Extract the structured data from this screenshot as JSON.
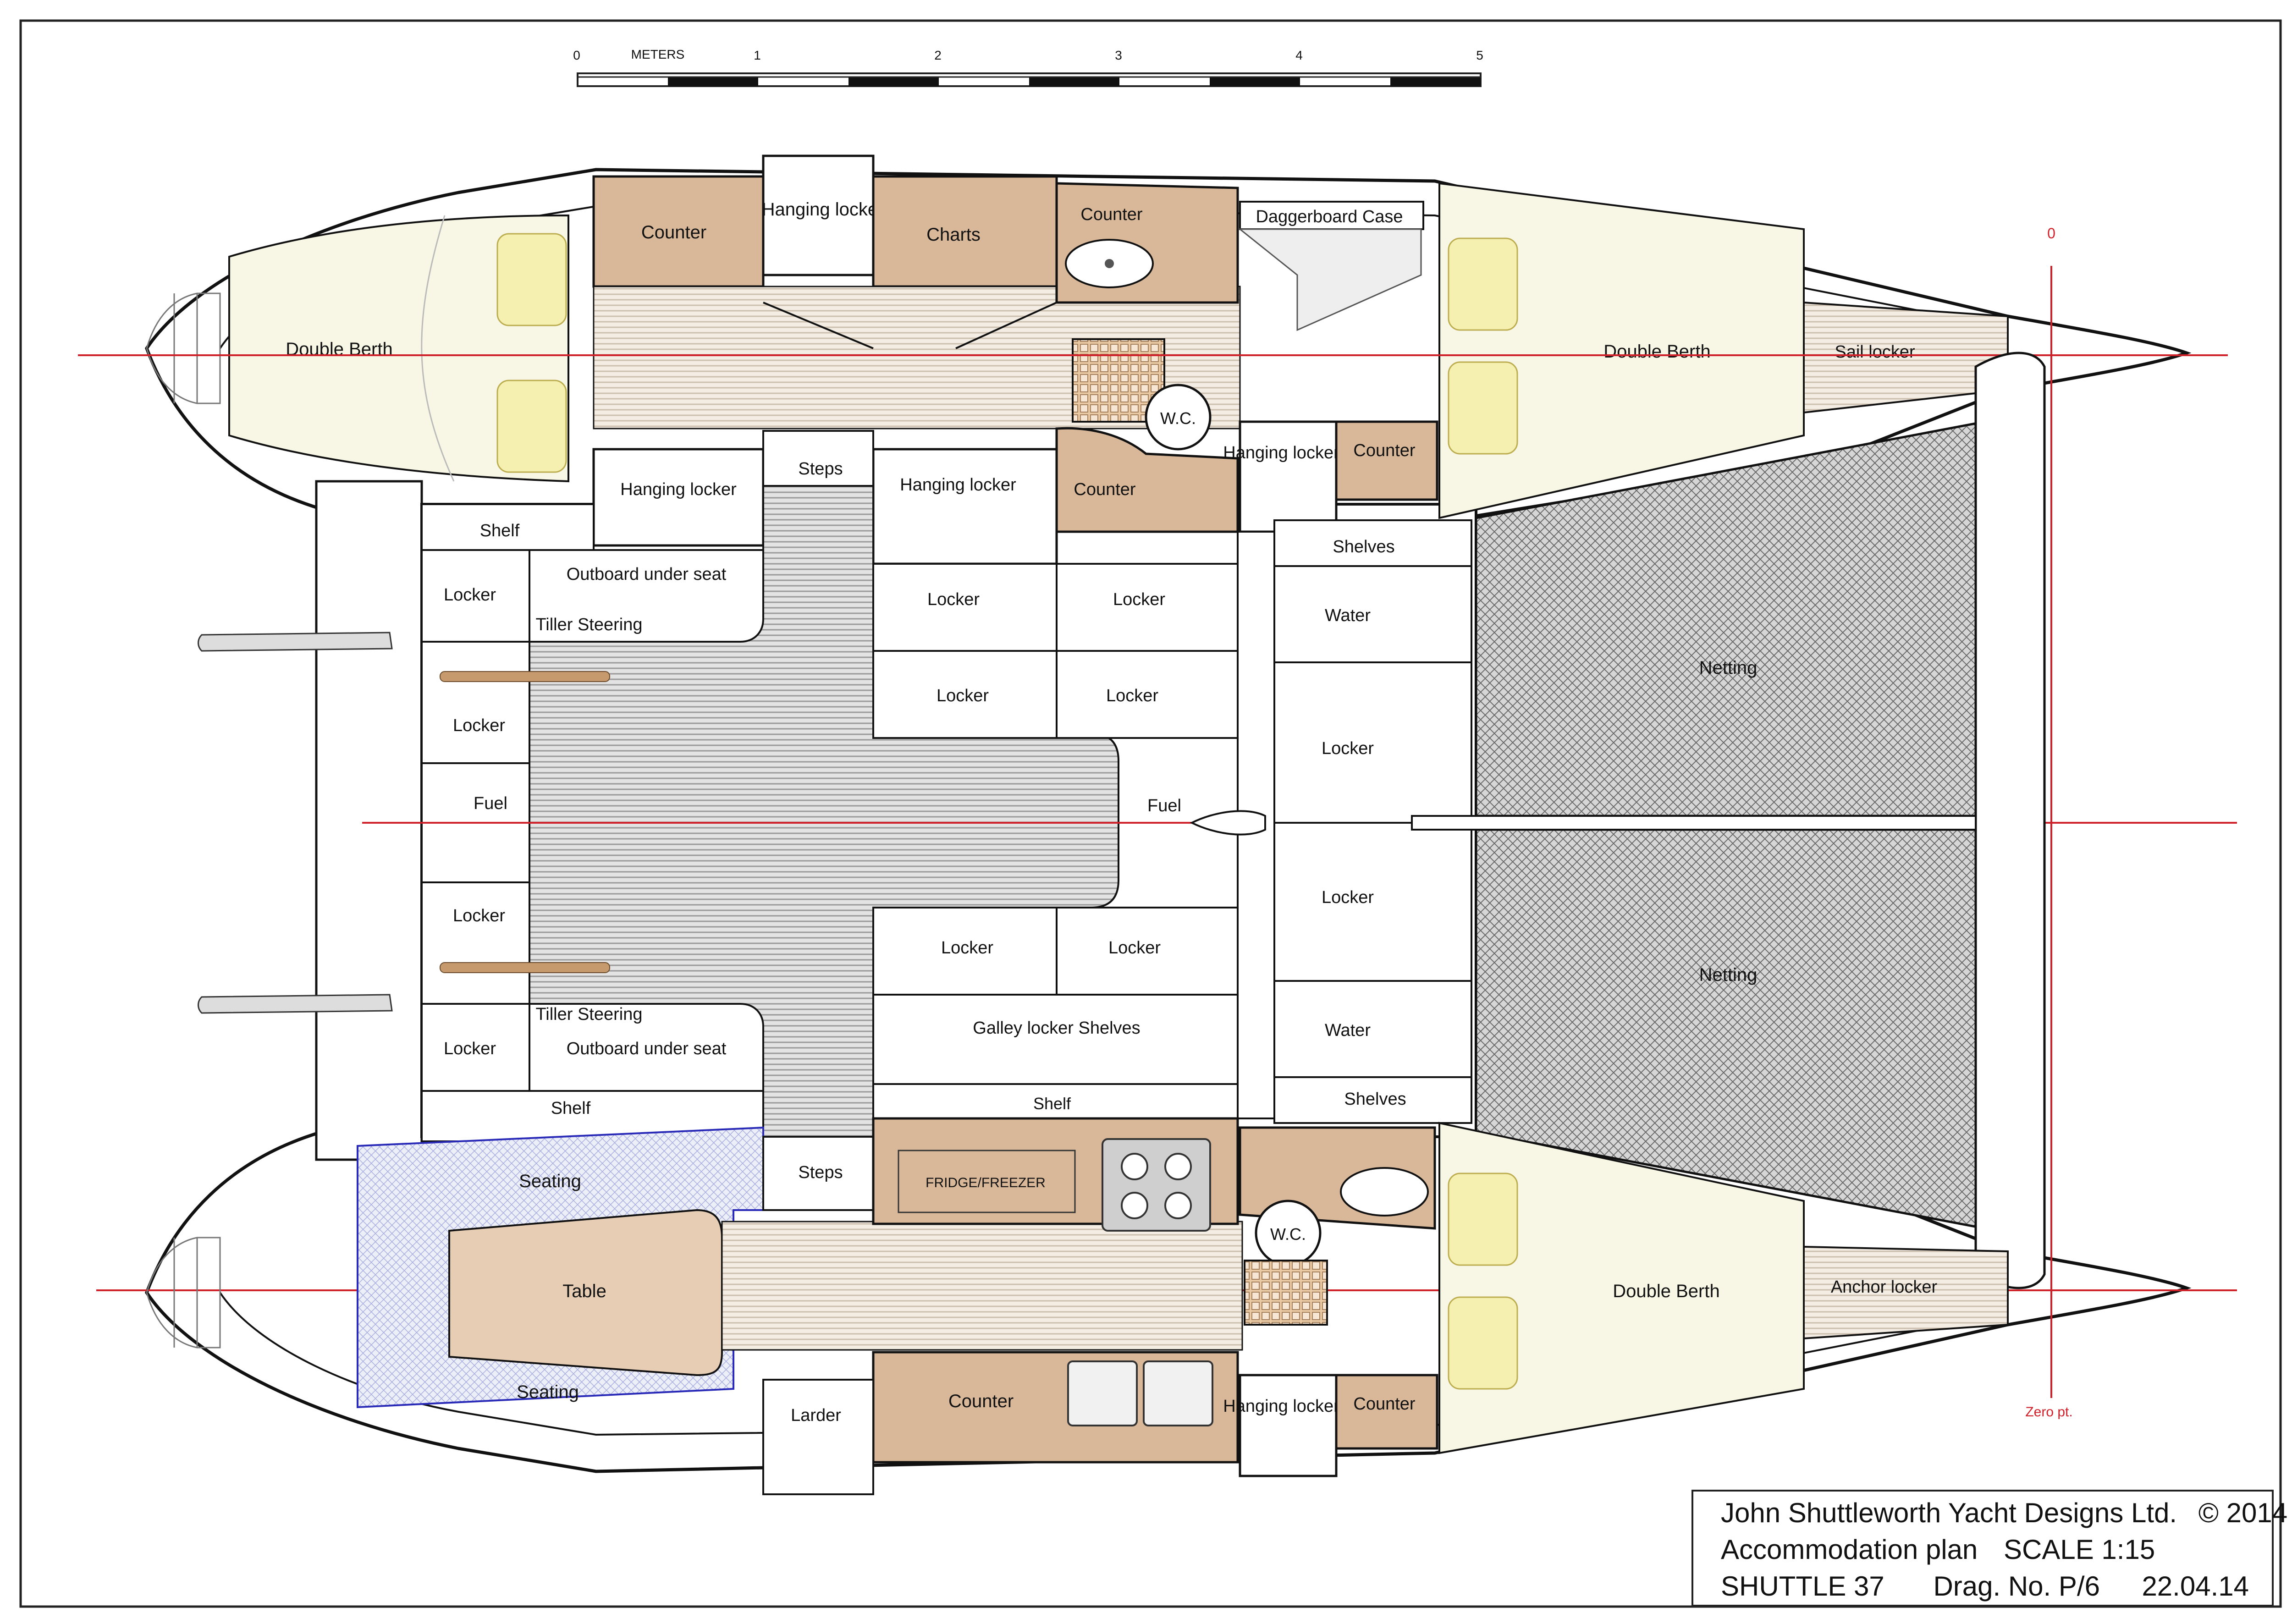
{
  "scale_bar": {
    "unit_label": "METERS",
    "ticks": [
      "0",
      "1",
      "2",
      "3",
      "4",
      "5"
    ]
  },
  "labels": {
    "double_berth_aft_port": "Double Berth",
    "counter_port_1": "Counter",
    "hanging_locker_port_1": "Hanging locker",
    "charts": "Charts",
    "counter_port_head": "Counter",
    "daggerboard_case": "Daggerboard Case",
    "double_berth_fwd_port": "Double Berth",
    "sail_locker": "Sail locker",
    "wc_port": "W.C.",
    "hanging_locker_port_2": "Hanging locker",
    "counter_port_3": "Counter",
    "hanging_locker_port_3": "Hanging locker",
    "counter_port_4": "Counter",
    "hanging_locker_port_4": "Hanging locker",
    "steps_port": "Steps",
    "shelf_port": "Shelf",
    "locker_port_aft": "Locker",
    "outboard_under_seat_port": "Outboard under seat",
    "tiller_steering_port": "Tiller Steering",
    "locker_salon_1": "Locker",
    "locker_salon_2": "Locker",
    "locker_salon_3": "Locker",
    "locker_salon_4": "Locker",
    "shelves_port": "Shelves",
    "water_port": "Water",
    "locker_bridgedeck_1": "Locker",
    "netting_port": "Netting",
    "locker_transom_port": "Locker",
    "fuel_transom": "Fuel",
    "fuel_center": "Fuel",
    "locker_transom_stbd": "Locker",
    "locker_bridgedeck_2": "Locker",
    "netting_stbd": "Netting",
    "locker_salon_5": "Locker",
    "locker_salon_6": "Locker",
    "tiller_steering_stbd": "Tiller Steering",
    "locker_stbd_aft": "Locker",
    "outboard_under_seat_stbd": "Outboard under seat",
    "galley_locker_shelves": "Galley locker Shelves",
    "water_stbd": "Water",
    "shelf_stbd": "Shelf",
    "shelf_galley": "Shelf",
    "shelves_stbd": "Shelves",
    "seating_top": "Seating",
    "steps_stbd": "Steps",
    "fridge_freezer": "FRIDGE/FREEZER",
    "wc_stbd": "W.C.",
    "table": "Table",
    "double_berth_fwd_stbd": "Double Berth",
    "anchor_locker": "Anchor locker",
    "seating_bottom": "Seating",
    "larder": "Larder",
    "counter_galley": "Counter",
    "hanging_locker_stbd": "Hanging locker",
    "counter_stbd_fwd": "Counter",
    "zero_mark": "0",
    "zero_pt": "Zero pt."
  },
  "title_block": {
    "designer": "John Shuttleworth Yacht Designs Ltd.",
    "copyright": "© 2014",
    "plan_name": "Accommodation plan",
    "scale": "SCALE 1:15",
    "boat": "SHUTTLE 37",
    "drawing_no": "Drag. No. P/6",
    "date": "22.04.14"
  },
  "colors": {
    "counter_fill": "#d9b89a",
    "berth_fill": "#f8f6e4",
    "pillow_fill": "#f5f0b0",
    "table_fill": "#e6cdb4",
    "seating_fill": "#e8eaf7",
    "centerline_red": "#d0202a",
    "floor_stripe": "#d8cfc2"
  }
}
